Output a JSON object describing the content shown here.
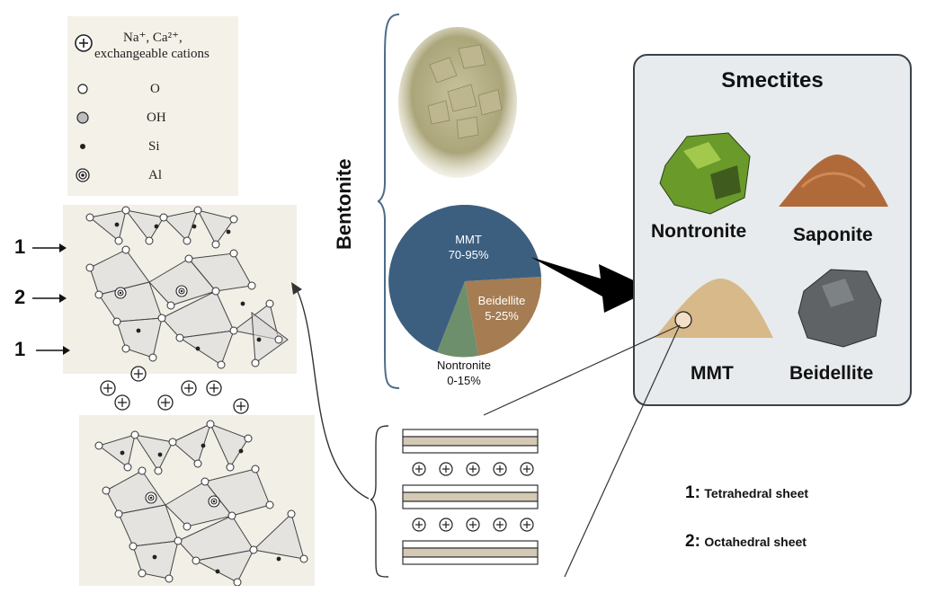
{
  "legend": {
    "items": [
      {
        "symbol": "circle-plus",
        "line1": "Na⁺, Ca²⁺,",
        "line2": "exchangeable cations"
      },
      {
        "symbol": "open-circle",
        "line1": "O",
        "line2": ""
      },
      {
        "symbol": "gray-circle",
        "line1": "OH",
        "line2": ""
      },
      {
        "symbol": "black-dot",
        "line1": "Si",
        "line2": ""
      },
      {
        "symbol": "ring-dot",
        "line1": "Al",
        "line2": ""
      }
    ]
  },
  "layers": {
    "top": "1",
    "middle": "2",
    "bottom": "1"
  },
  "bentonite": {
    "label": "Bentonite"
  },
  "composition": {
    "mmt": {
      "name": "MMT",
      "range": "70-95%",
      "color": "#3c5f80"
    },
    "beidellite": {
      "name": "Beidellite",
      "range": "5-25%",
      "color": "#a67c52"
    },
    "nontronite": {
      "name": "Nontronite",
      "range": "0-15%",
      "color": "#6e8f6b"
    }
  },
  "smectites": {
    "title": "Smectites",
    "nontronite": "Nontronite",
    "saponite": "Saponite",
    "mmt": "MMT",
    "beidellite": "Beidellite"
  },
  "sheet_key": {
    "tetra_num": "1:",
    "tetra_label": "Tetrahedral sheet",
    "octa_num": "2:",
    "octa_label": "Octahedral sheet"
  }
}
